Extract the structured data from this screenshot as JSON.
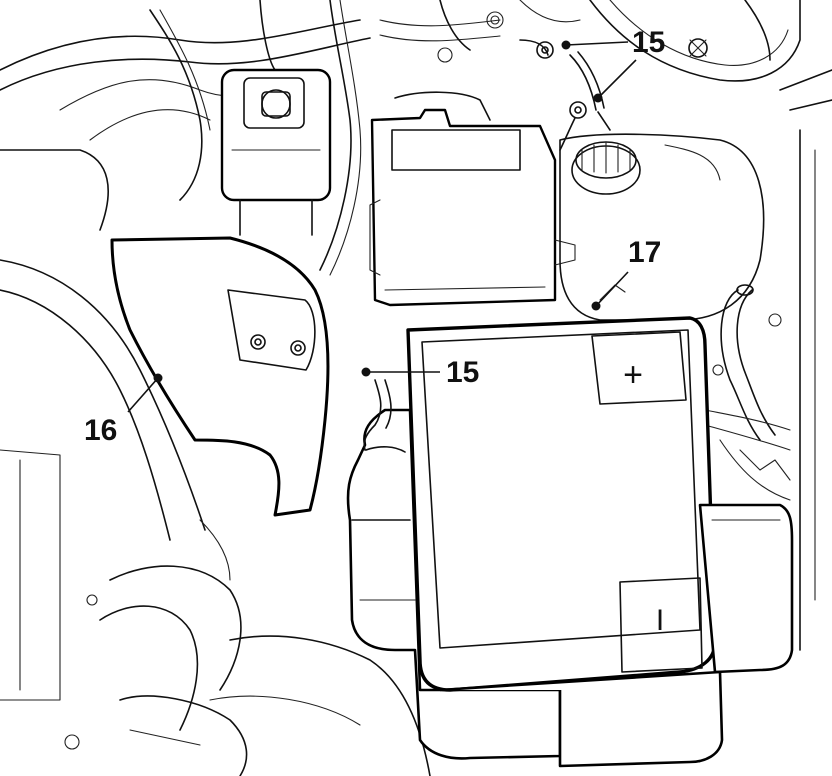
{
  "callouts": [
    {
      "id": "top-right",
      "label": "15"
    },
    {
      "id": "center",
      "label": "15"
    },
    {
      "id": "coolant",
      "label": "17"
    },
    {
      "id": "shield",
      "label": "16"
    }
  ],
  "battery": {
    "positive_symbol": "+",
    "negative_symbol": "I"
  }
}
